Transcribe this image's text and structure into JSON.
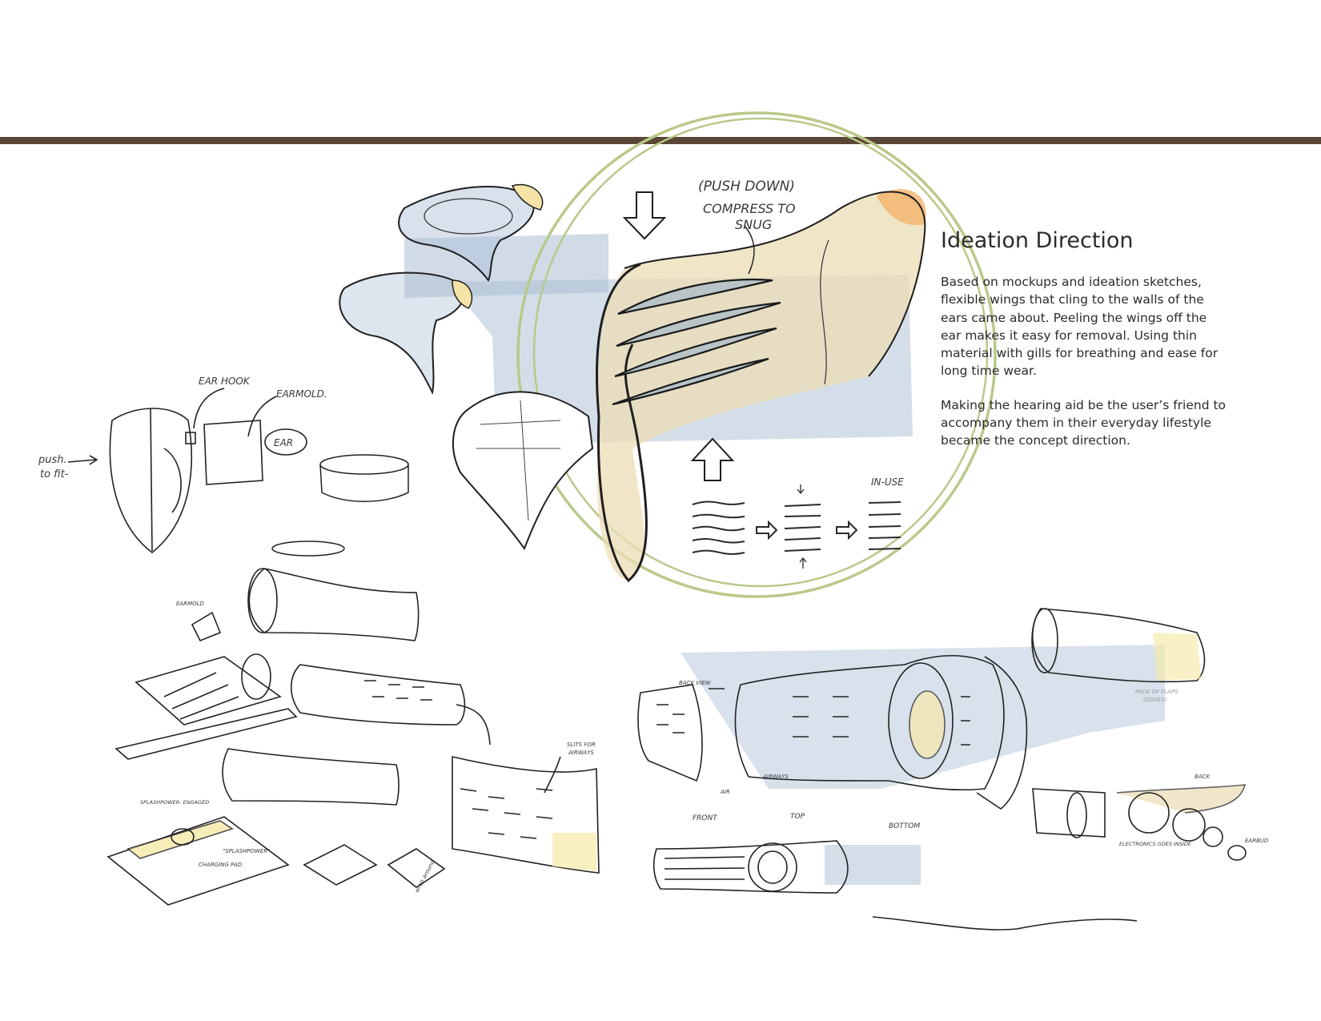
{
  "colors": {
    "rule": "#5a4636",
    "text": "#2b2b2b",
    "circle_green": "#b9c98a",
    "marker_blue": "#a9bdd4",
    "marker_tan": "#ecdcb5",
    "marker_orange": "#f2b36a",
    "marker_yellow": "#f6e9a8"
  },
  "text_panel": {
    "heading": "Ideation Direction",
    "paragraph_1": "Based on mockups and ideation sketches, flexible wings that cling to the walls of the ears came about. Peeling the wings off the ear makes it easy for removal. Using thin material with gills for breathing and ease for long time wear.",
    "paragraph_2": "Making the hearing aid be the user’s friend to accompany them in their everyday lifestyle became the concept direction."
  },
  "annotations": {
    "push_down": "(PUSH DOWN)",
    "compress_1": "COMPRESS TO",
    "compress_2": "SNUG",
    "in_use": "IN-USE",
    "ear_hook": "EAR HOOK",
    "ear_mold": "EARMOLD.",
    "ear": "EAR",
    "push_1": "push.",
    "push_2": "to fit-",
    "earmold_small": "EARMOLD",
    "back_view": "BACK VIEW",
    "slits_1": "SLITS FOR",
    "slits_2": "AIRWAYS",
    "airways": "AIRWAYS",
    "air": "AIR",
    "splash_engaged": "SPLASHPOWER- ENGAGED",
    "splash_power": "\"SPLASHPOWER\"",
    "charging_pad": "CHARGING PAD",
    "wrap_around": "wrap around",
    "back": "BACK",
    "electronics": "ELECTRONICS GOES INSIDE",
    "earbud": "EARBUD",
    "edges_1": "PACK OF FLAPS",
    "edges_2": "(EDGES)",
    "front": "FRONT",
    "top": "TOP",
    "bottom": "BOTTOM"
  }
}
